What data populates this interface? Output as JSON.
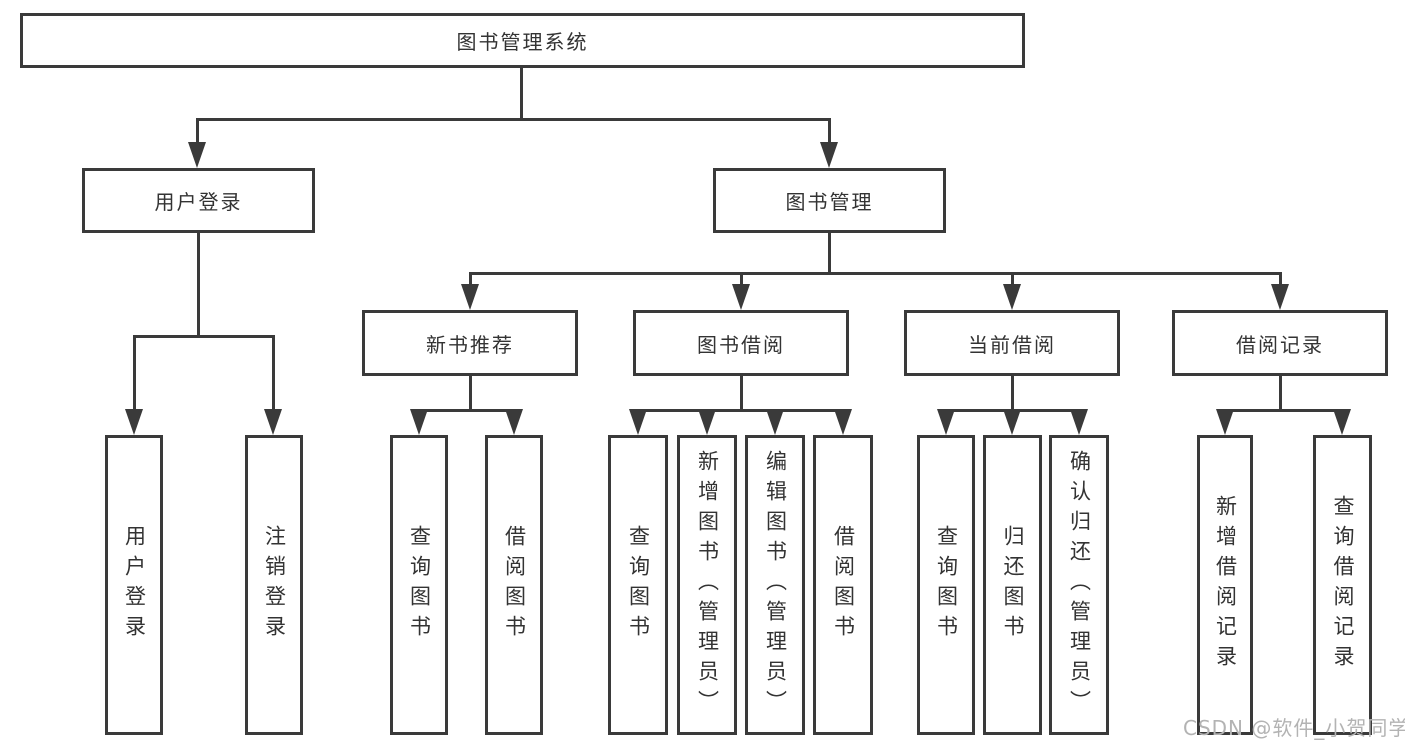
{
  "colors": {
    "line": "#3a3a3a",
    "text": "#333333",
    "box_background": "#ffffff",
    "watermark": "#b3b3b3"
  },
  "watermark": {
    "text": "CSDN @软件_小贺同学"
  },
  "nodes": {
    "root": {
      "label": "图书管理系统"
    },
    "user_login": {
      "label": "用户登录"
    },
    "book_management": {
      "label": "图书管理"
    },
    "new_book_recommend": {
      "label": "新书推荐"
    },
    "book_borrow": {
      "label": "图书借阅"
    },
    "current_borrow": {
      "label": "当前借阅"
    },
    "borrow_records": {
      "label": "借阅记录"
    },
    "leaf_user_login": {
      "label": "用户登录"
    },
    "leaf_logout": {
      "label": "注销登录"
    },
    "leaf_nb_query": {
      "label": "查询图书"
    },
    "leaf_nb_borrow": {
      "label": "借阅图书"
    },
    "leaf_bb_query": {
      "label": "查询图书"
    },
    "leaf_bb_add": {
      "label": "新增图书（管理员）"
    },
    "leaf_bb_edit": {
      "label": "编辑图书（管理员）"
    },
    "leaf_bb_borrow": {
      "label": "借阅图书"
    },
    "leaf_cb_query": {
      "label": "查询图书"
    },
    "leaf_cb_return": {
      "label": "归还图书"
    },
    "leaf_cb_confirm": {
      "label": "确认归还（管理员）"
    },
    "leaf_br_add": {
      "label": "新增借阅记录"
    },
    "leaf_br_query": {
      "label": "查询借阅记录"
    }
  }
}
